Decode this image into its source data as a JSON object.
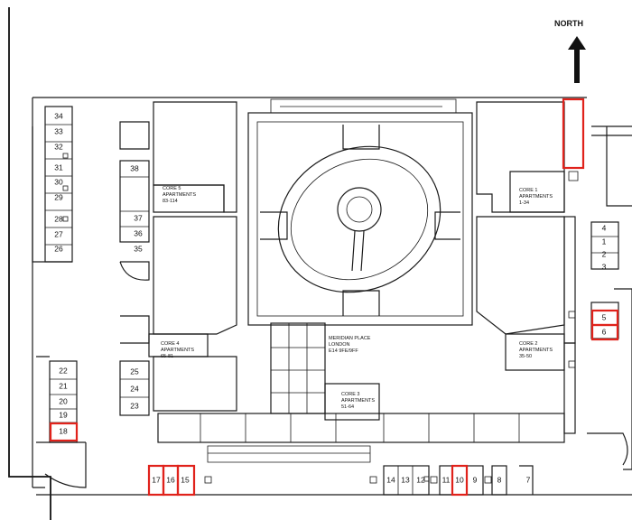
{
  "north_label": "NORTH",
  "highlight_color": "#e0221b",
  "address": {
    "line1": "MERIDIAN PLACE",
    "line2": "LONDON",
    "line3": "E14 9FE/9FF"
  },
  "cores": [
    {
      "line1": "CORE 5",
      "line2": "APARTMENTS",
      "line3": "83-114"
    },
    {
      "line1": "CORE 1",
      "line2": "APARTMENTS",
      "line3": "1-34"
    },
    {
      "line1": "CORE 4",
      "line2": "APARTMENTS",
      "line3": "65-81"
    },
    {
      "line1": "CORE 2",
      "line2": "APARTMENTS",
      "line3": "35-50"
    },
    {
      "line1": "CORE 3",
      "line2": "APARTMENTS",
      "line3": "51-64"
    }
  ],
  "spaces": {
    "left_column": [
      "34",
      "33",
      "32",
      "31",
      "30",
      "29",
      "28",
      "27",
      "26"
    ],
    "left_inner": [
      "38",
      "37",
      "36",
      "35"
    ],
    "left_lower": [
      "22",
      "21",
      "20",
      "19",
      "18"
    ],
    "left_inner_lower": [
      "25",
      "24",
      "23"
    ],
    "right_upper": [
      "4",
      "1",
      "2",
      "3"
    ],
    "right_lower": [
      "5",
      "6"
    ],
    "bottom_row": [
      "17",
      "16",
      "15",
      "14",
      "13",
      "12",
      "11",
      "10",
      "9",
      "8",
      "7"
    ]
  },
  "highlighted_spaces": [
    "18",
    "17",
    "16",
    "15",
    "10",
    "5",
    "6"
  ]
}
